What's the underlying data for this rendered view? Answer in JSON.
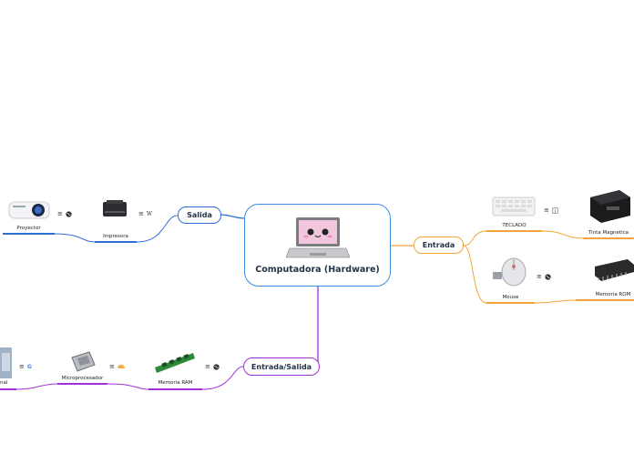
{
  "colors": {
    "salida": "#2e6fd6",
    "entrada": "#f3a53a",
    "entrada_salida": "#a32fd9",
    "root": "#3d8ee0"
  },
  "root": {
    "title": "Computadora (Hardware)"
  },
  "branches": {
    "salida": {
      "label": "Salida",
      "items": [
        "Proyector",
        "Impresora"
      ]
    },
    "entrada": {
      "label": "Entrada",
      "items": [
        "TECLADO",
        "Mouse",
        "Tinta Magnetica",
        "Memoria ROM"
      ]
    },
    "entrada_salida": {
      "label": "Entrada/Salida",
      "items": [
        "Memoria RAM",
        "Microprocesador",
        "nal"
      ]
    }
  },
  "icons": {
    "notes": "≡",
    "proyector": "globe-icon",
    "impresora": "wikipedia-icon",
    "teclado": "link-icon",
    "mouse": "globe-icon",
    "ram": "globe-icon",
    "micro": "cloud-icon",
    "nal": "google-icon"
  },
  "glyphs": {
    "wiki": "W",
    "google": "G"
  }
}
